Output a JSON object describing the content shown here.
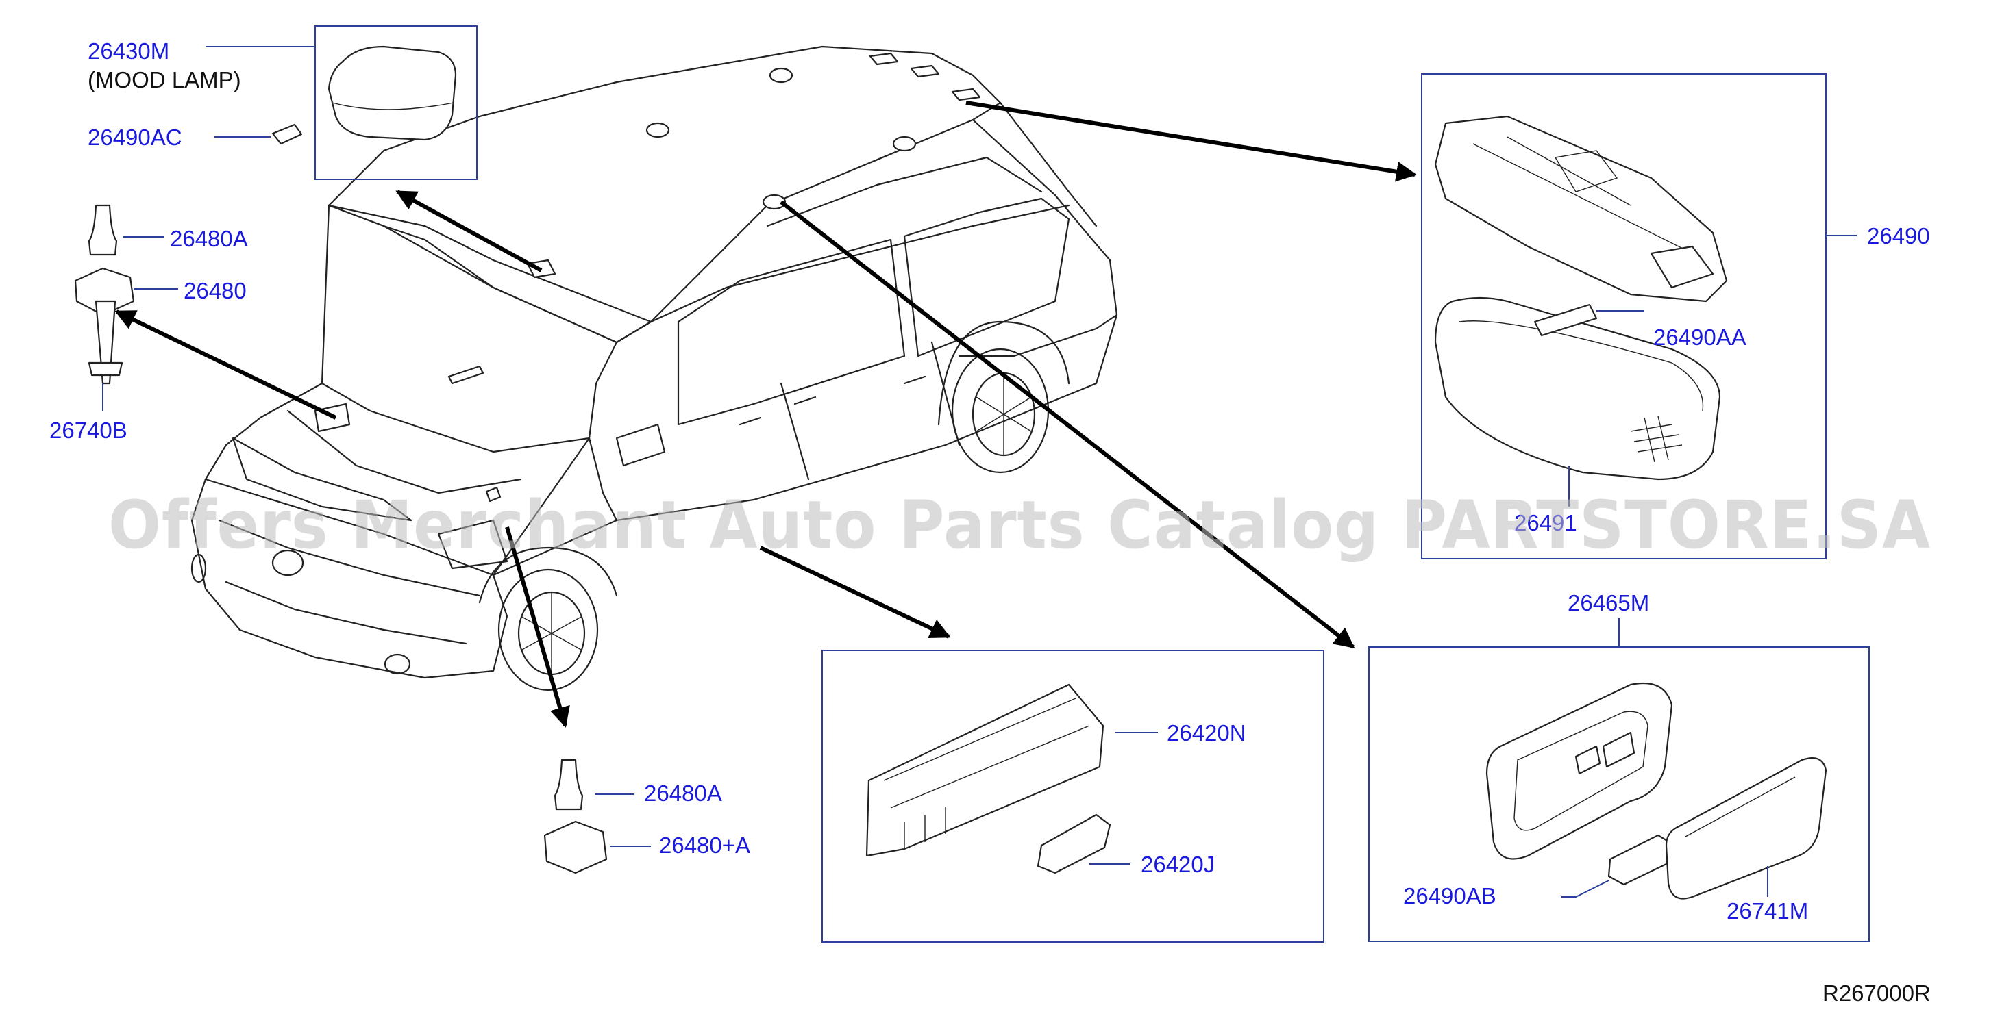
{
  "labels": {
    "p26430M": "26430M",
    "mood_lamp": "(MOOD   LAMP)",
    "p26490AC": "26490AC",
    "p26480A_top": "26480A",
    "p26480": "26480",
    "p26740B": "26740B",
    "p26490": "26490",
    "p26490AA": "26490AA",
    "p26491": "26491",
    "p26465M": "26465M",
    "p26420N": "26420N",
    "p26420J": "26420J",
    "p26480A_bottom": "26480A",
    "p26480pA": "26480+A",
    "p26490AB": "26490AB",
    "p26741M": "26741M"
  },
  "reference": "R267000R",
  "watermark": "Offers Merchant Auto Parts Catalog PARTSTORE.SA",
  "colors": {
    "label": "#1a1adf",
    "box": "#2c3f9a",
    "line": "#222222",
    "arrow": "#000000",
    "watermark": "#bdbdbd"
  }
}
